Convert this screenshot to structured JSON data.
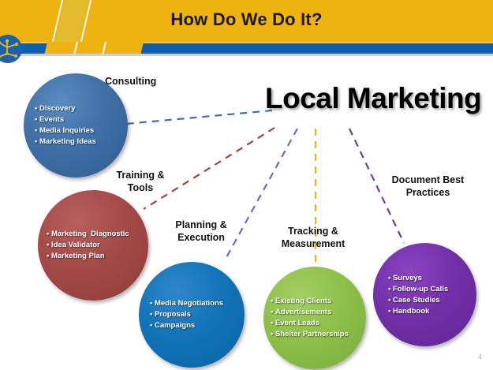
{
  "slide": {
    "title": "How Do We Do It?",
    "center_headline": "Local Marketing",
    "page_number": "4"
  },
  "theme": {
    "header_gold": "#eeb211",
    "header_blue": "#0b5fae",
    "logo_blue": "#1d61ab",
    "logo_gold": "#e5b524"
  },
  "logo": {
    "name": "circular-network-logo"
  },
  "branches": [
    {
      "key": "consulting",
      "label": "Consulting",
      "color": "#3f6fa5",
      "connector_color": "#3c6ea8",
      "items": [
        "Discovery",
        "Events",
        "Media Inquiries",
        "Marketing Ideas"
      ]
    },
    {
      "key": "training",
      "label": "Training &\nTools",
      "color": "#a34a48",
      "connector_color": "#a6413e",
      "items": [
        "Marketing  Diagnostic",
        "Idea Validator",
        "Marketing Plan"
      ]
    },
    {
      "key": "planning",
      "label": "Planning &\nExecution",
      "color": "#1273b8",
      "connector_color": "#6170b5",
      "items": [
        "Media Negotiations",
        "Proposals",
        "Campaigns"
      ]
    },
    {
      "key": "tracking",
      "label": "Tracking &\nMeasurement",
      "color": "#8ec04a",
      "connector_color": "#f2b31c",
      "items": [
        "Existing Clients",
        "Advertisements",
        "Event Leads",
        "Shelter Partnerships"
      ]
    },
    {
      "key": "document",
      "label": "Document Best\nPractices",
      "color": "#7230a8",
      "connector_color": "#6c3ca4",
      "items": [
        "Surveys",
        "Follow-up Calls",
        "Case Studies",
        "Handbook"
      ]
    }
  ]
}
